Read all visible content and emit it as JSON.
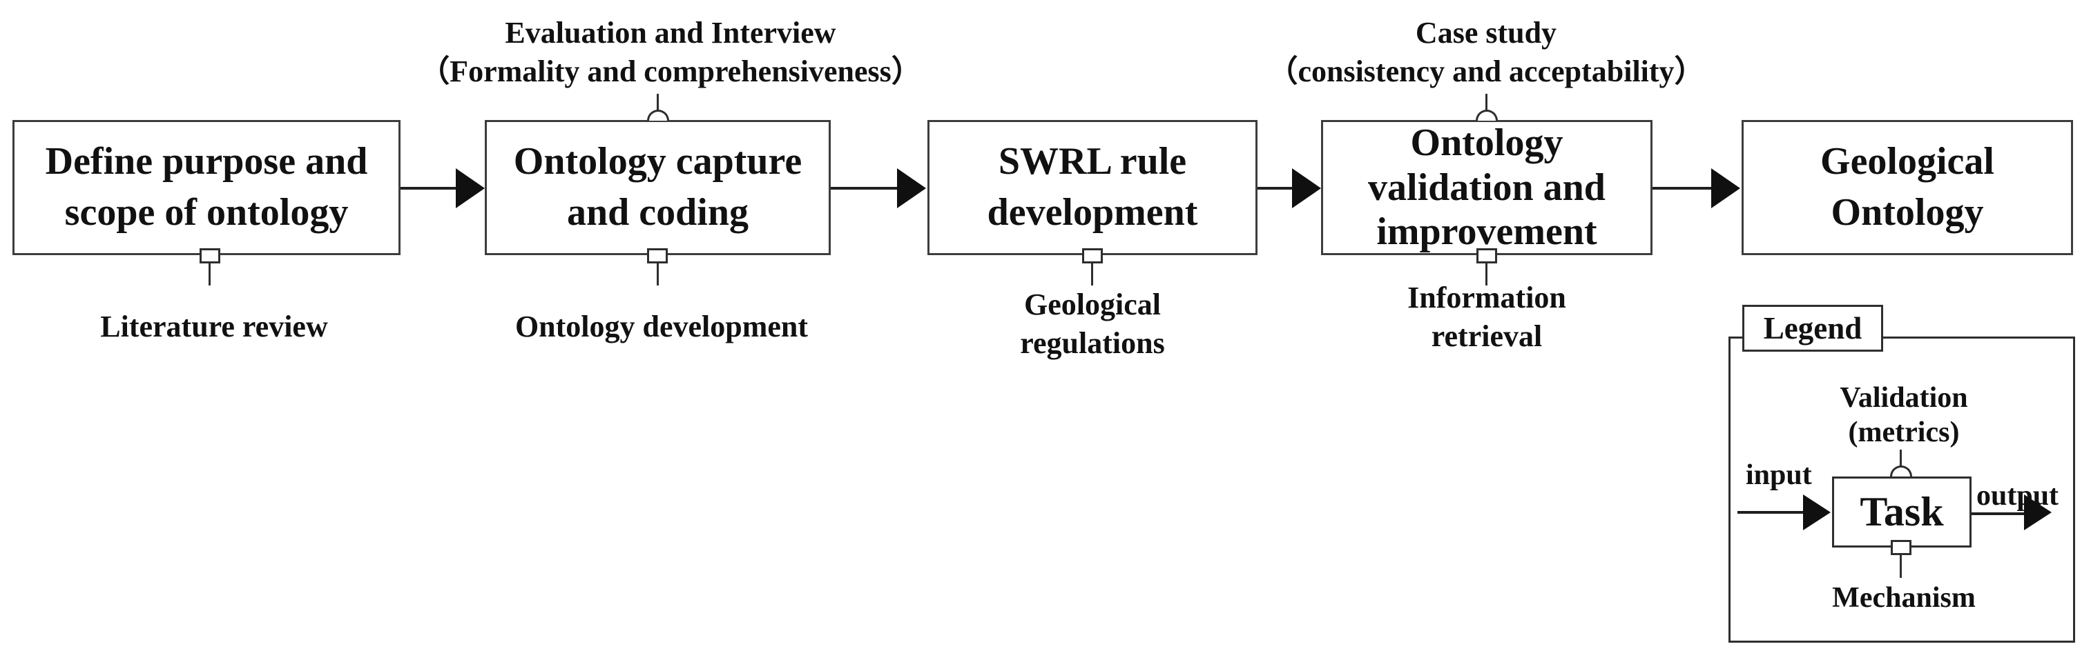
{
  "colors": {
    "background": "#ffffff",
    "ink": "#111111",
    "border": "#3d3d3d"
  },
  "flow": {
    "boxes": [
      {
        "lines": [
          "Define purpose and",
          "scope of ontology"
        ]
      },
      {
        "lines": [
          "Ontology capture",
          "and coding"
        ]
      },
      {
        "lines": [
          "SWRL rule",
          "development"
        ]
      },
      {
        "lines": [
          "Ontology",
          "validation and",
          "improvement"
        ]
      },
      {
        "lines": [
          "Geological",
          "Ontology"
        ]
      }
    ],
    "controls": [
      {
        "lines": [
          "Evaluation and Interview",
          "（Formality and comprehensiveness）"
        ]
      },
      {
        "lines": [
          "Case study",
          "（consistency and acceptability）"
        ]
      }
    ],
    "mechanisms": [
      {
        "lines": [
          "Literature review"
        ]
      },
      {
        "lines": [
          "Ontology development"
        ]
      },
      {
        "lines": [
          "Geological",
          "regulations"
        ]
      },
      {
        "lines": [
          "Information",
          "retrieval"
        ]
      }
    ]
  },
  "legend": {
    "title": "Legend",
    "task": "Task",
    "input": "input",
    "output": "output",
    "validation_lines": [
      "Validation",
      "(metrics)"
    ],
    "mechanism": "Mechanism"
  }
}
